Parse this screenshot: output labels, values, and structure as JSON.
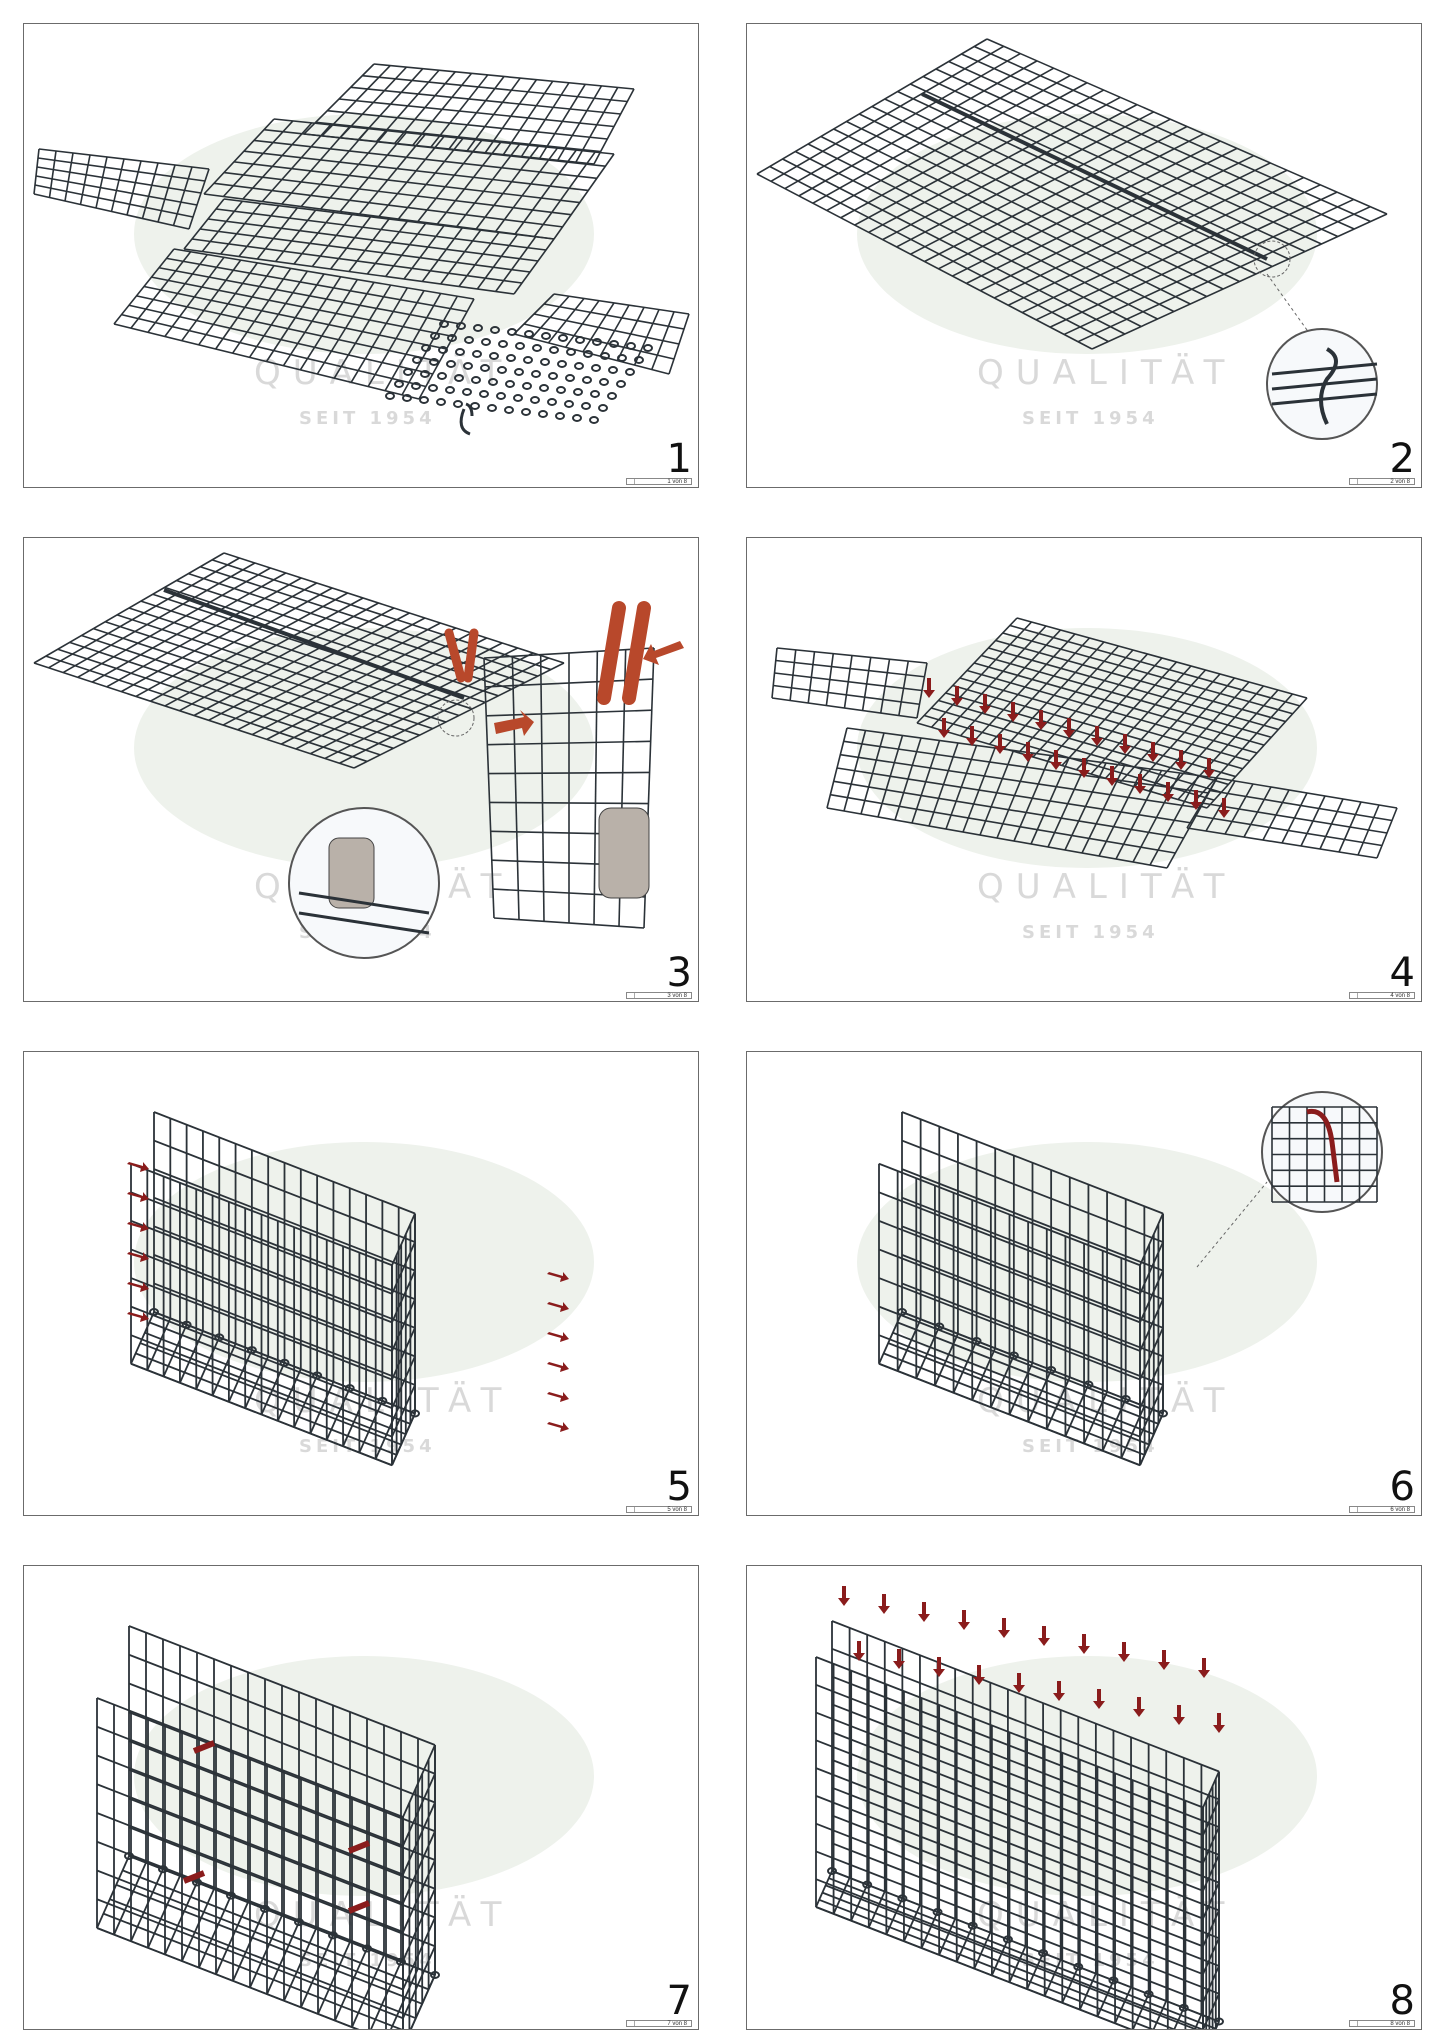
{
  "watermark": {
    "title": "QUALITÄT",
    "subtitle": "SEIT 1954"
  },
  "colors": {
    "wire": "#2b3238",
    "arrow": "#8a1c1c",
    "watermark": "#d9d9d9",
    "handle": "#b8482b"
  },
  "steps": [
    {
      "number": "1",
      "page": "1 von 8"
    },
    {
      "number": "2",
      "page": "2 von 8"
    },
    {
      "number": "3",
      "page": "3 von 8"
    },
    {
      "number": "4",
      "page": "4 von 8"
    },
    {
      "number": "5",
      "page": "5 von 8"
    },
    {
      "number": "6",
      "page": "6 von 8"
    },
    {
      "number": "7",
      "page": "7 von 8"
    },
    {
      "number": "8",
      "page": "8 von 8"
    }
  ]
}
